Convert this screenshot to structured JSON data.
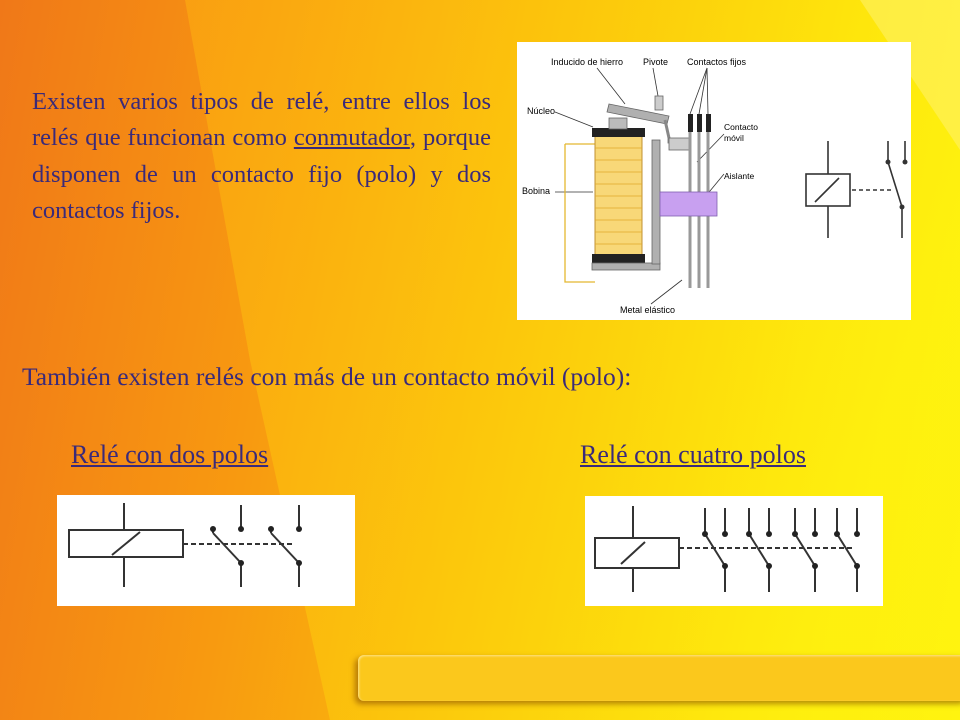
{
  "slide": {
    "paragraph": {
      "before_link": "Existen varios tipos de relé, entre ellos los relés que funcionan como ",
      "link": "conmutador",
      "after_link": ", porque disponen de un contacto fijo (polo) y dos contactos fijos."
    },
    "subtitle": "También existen relés con más de un contacto móvil (polo):",
    "label_two_poles": "Relé con dos polos",
    "label_four_poles": "Relé con cuatro polos",
    "diagram_labels": {
      "inducido": "Inducido de hierro",
      "pivote": "Pivote",
      "contactos_fijos": "Contactos fijos",
      "nucleo": "Núcleo",
      "contacto_movil_1": "Contacto",
      "contacto_movil_2": "móvil",
      "aislante": "Aislante",
      "bobina": "Bobina",
      "metal": "Metal elástico"
    },
    "colors": {
      "text": "#3a2a7a",
      "insulator": "#c8a0f0",
      "coil": "#f8d878"
    }
  }
}
